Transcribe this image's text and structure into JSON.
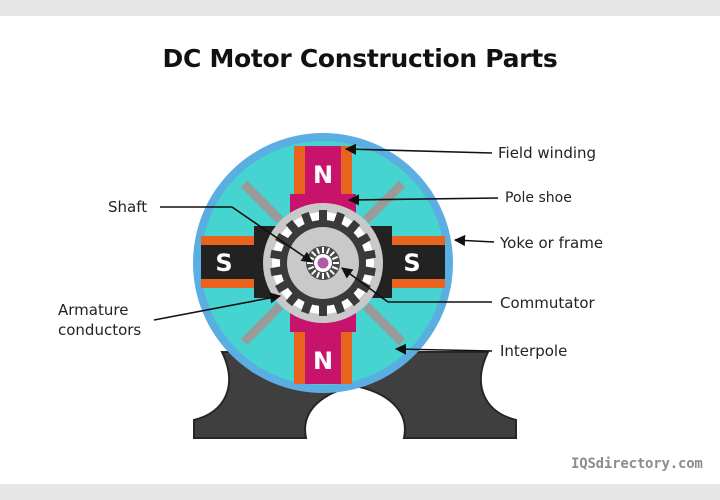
{
  "title": "DC Motor Construction Parts",
  "labels": {
    "field_winding": "Field winding",
    "pole_shoe": "Pole shoe",
    "yoke_or_frame": "Yoke or frame",
    "commutator": "Commutator",
    "interpole": "Interpole",
    "shaft": "Shaft",
    "armature_line1": "Armature",
    "armature_line2": "conductors"
  },
  "poles": {
    "north": "N",
    "south": "S"
  },
  "brand": "IQSdirectory.com",
  "colors": {
    "yoke": "#5aaee2",
    "core": "#45d4cf",
    "pole": "#c8136d",
    "winding": "#e8641e",
    "spoke": "#9a9a9a",
    "stand": "#3f3f3f",
    "rotor": "#c9c9c9",
    "shaft": "#b05aa8"
  }
}
